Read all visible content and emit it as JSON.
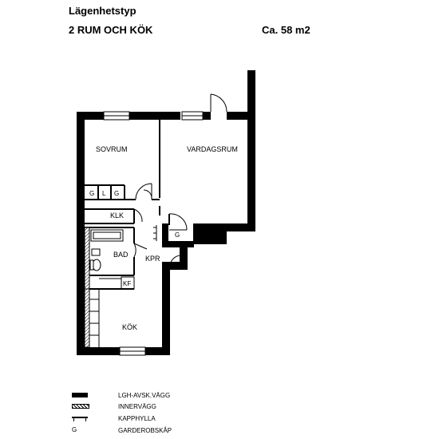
{
  "header": {
    "title": "Lägenhetstyp",
    "subtitle": "2 RUM OCH KÖK",
    "area": "Ca. 58 m2"
  },
  "rooms": {
    "sovrum": "SOVRUM",
    "vardagsrum": "VARDAGSRUM",
    "klk": "KLK",
    "bad": "BAD",
    "kpr": "KPR",
    "kok": "KÖK"
  },
  "symbols": {
    "g": "G",
    "l": "L",
    "kf": "KF"
  },
  "legend": [
    {
      "symbol": "wall-thick",
      "label": "LGH-AVSK.VÄGG"
    },
    {
      "symbol": "wall-hatched",
      "label": "INNERVÄGG"
    },
    {
      "symbol": "shelf",
      "label": "KAPPHYLLA"
    },
    {
      "symbol": "G",
      "label": "GARDEROBSKÅP"
    }
  ]
}
